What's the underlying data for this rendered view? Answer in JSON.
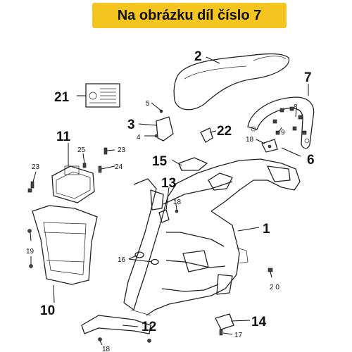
{
  "banner": {
    "text": "Na obrázku díl číslo 7",
    "color": "#f4c51f"
  },
  "callouts": {
    "c1": "1",
    "c2": "2",
    "c3": "3",
    "c4": "4",
    "c5": "5",
    "c6": "6",
    "c7": "7",
    "c8": "8",
    "c9": "9",
    "c10": "10",
    "c11": "11",
    "c12": "12",
    "c13": "13",
    "c14": "14",
    "c15": "15",
    "c16": "16",
    "c17": "17",
    "c18a": "18",
    "c18b": "18",
    "c18c": "18",
    "c19": "19",
    "c20": "2 0",
    "c21": "21",
    "c22": "22",
    "c23a": "23",
    "c23b": "23",
    "c24": "24",
    "c25": "25"
  }
}
